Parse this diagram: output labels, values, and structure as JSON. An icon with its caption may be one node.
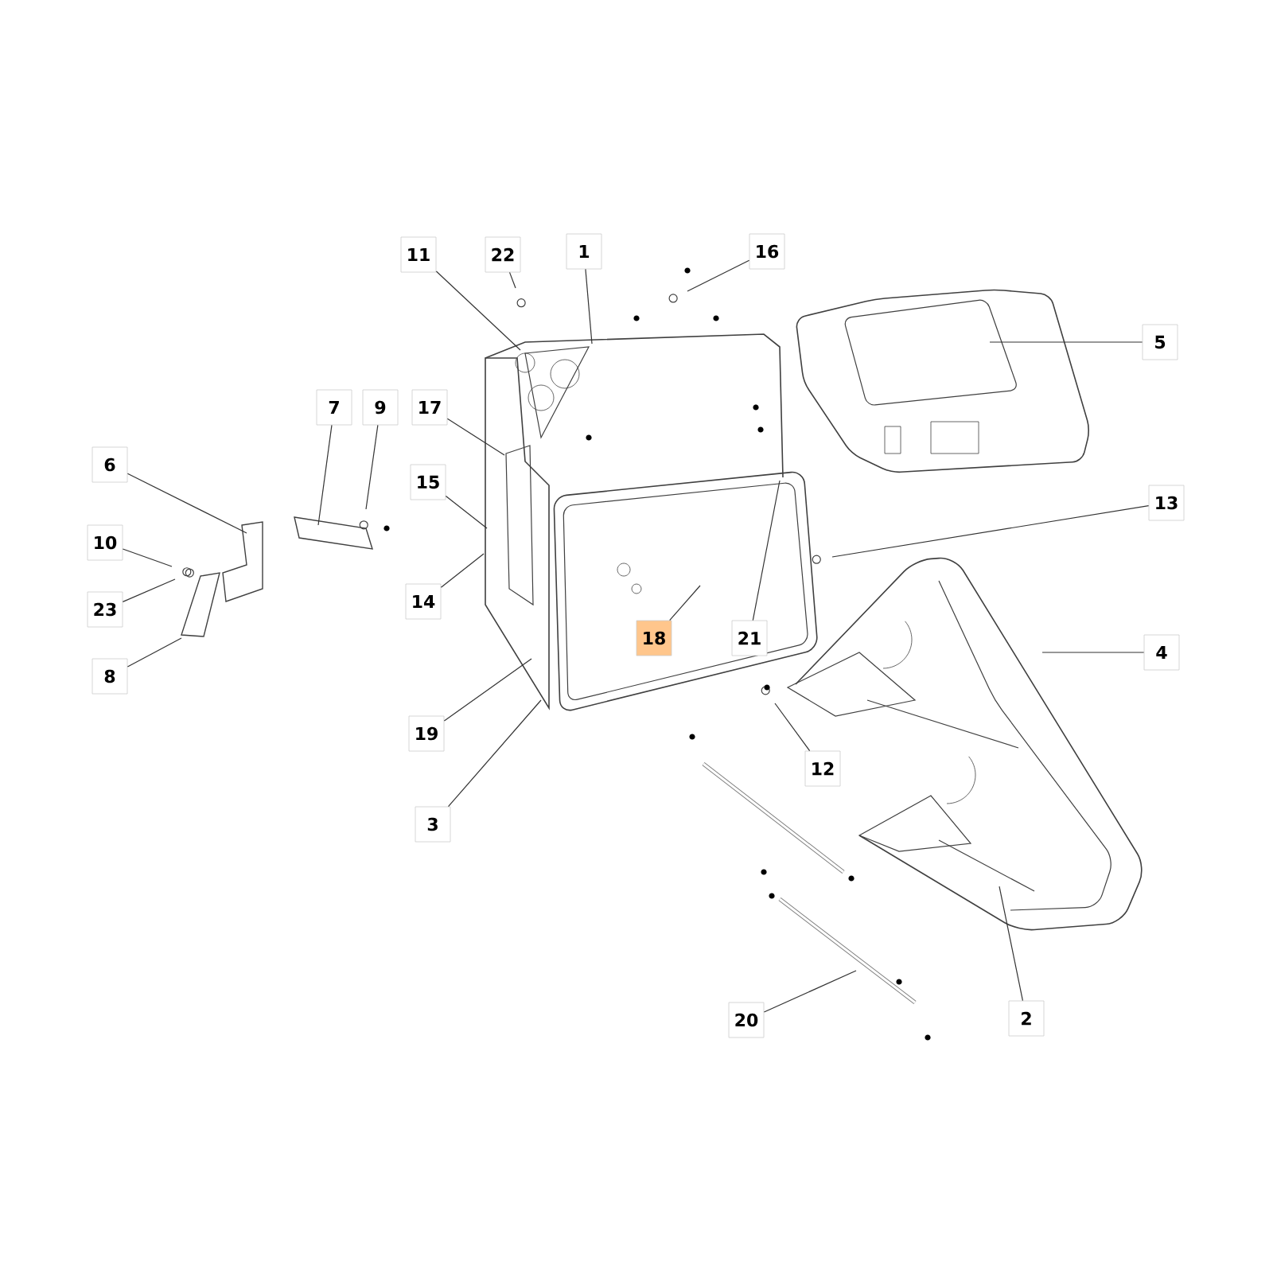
{
  "diagram": {
    "nodes": [
      {
        "text": [
          "11"
        ]
      },
      {
        "text": [
          "22"
        ]
      },
      {
        "text": [
          "1"
        ]
      },
      {
        "text": [
          "16"
        ]
      },
      {
        "text": [
          "5"
        ]
      },
      {
        "text": [
          "7"
        ]
      },
      {
        "text": [
          "9"
        ]
      },
      {
        "text": [
          "17"
        ]
      },
      {
        "text": [
          "6"
        ]
      },
      {
        "text": [
          "15"
        ]
      },
      {
        "text": [
          "13"
        ]
      },
      {
        "text": [
          "10"
        ]
      },
      {
        "text": [
          "14"
        ]
      },
      {
        "text": [
          "23"
        ]
      },
      {
        "text": [
          "18"
        ]
      },
      {
        "text": [
          "21"
        ]
      },
      {
        "text": [
          "4"
        ]
      },
      {
        "text": [
          "8"
        ]
      },
      {
        "text": [
          "19"
        ]
      },
      {
        "text": [
          "12"
        ]
      },
      {
        "text": [
          "3"
        ]
      },
      {
        "text": [
          "20"
        ]
      },
      {
        "text": [
          "2"
        ]
      }
    ],
    "edges": [
      {
        "from": 0,
        "to": null,
        "arrow": "none"
      },
      {
        "from": 1,
        "to": null,
        "arrow": "none"
      },
      {
        "from": 2,
        "to": null,
        "arrow": "none"
      },
      {
        "from": 3,
        "to": null,
        "arrow": "none"
      },
      {
        "from": 4,
        "to": null,
        "arrow": "none"
      },
      {
        "from": 5,
        "to": null,
        "arrow": "none"
      },
      {
        "from": 6,
        "to": null,
        "arrow": "none"
      },
      {
        "from": 7,
        "to": null,
        "arrow": "none"
      },
      {
        "from": 8,
        "to": null,
        "arrow": "none"
      },
      {
        "from": 9,
        "to": null,
        "arrow": "none"
      },
      {
        "from": 10,
        "to": null,
        "arrow": "none"
      },
      {
        "from": 11,
        "to": null,
        "arrow": "none"
      },
      {
        "from": 12,
        "to": null,
        "arrow": "none"
      },
      {
        "from": 13,
        "to": null,
        "arrow": "none"
      },
      {
        "from": 14,
        "to": null,
        "arrow": "none"
      },
      {
        "from": 15,
        "to": null,
        "arrow": "none"
      },
      {
        "from": 16,
        "to": null,
        "arrow": "none"
      },
      {
        "from": 17,
        "to": null,
        "arrow": "none"
      },
      {
        "from": 18,
        "to": null,
        "arrow": "none"
      },
      {
        "from": 19,
        "to": null,
        "arrow": "none"
      },
      {
        "from": 20,
        "to": null,
        "arrow": "none"
      },
      {
        "from": 21,
        "to": null,
        "arrow": "none"
      },
      {
        "from": 22,
        "to": null,
        "arrow": "none"
      }
    ]
  }
}
